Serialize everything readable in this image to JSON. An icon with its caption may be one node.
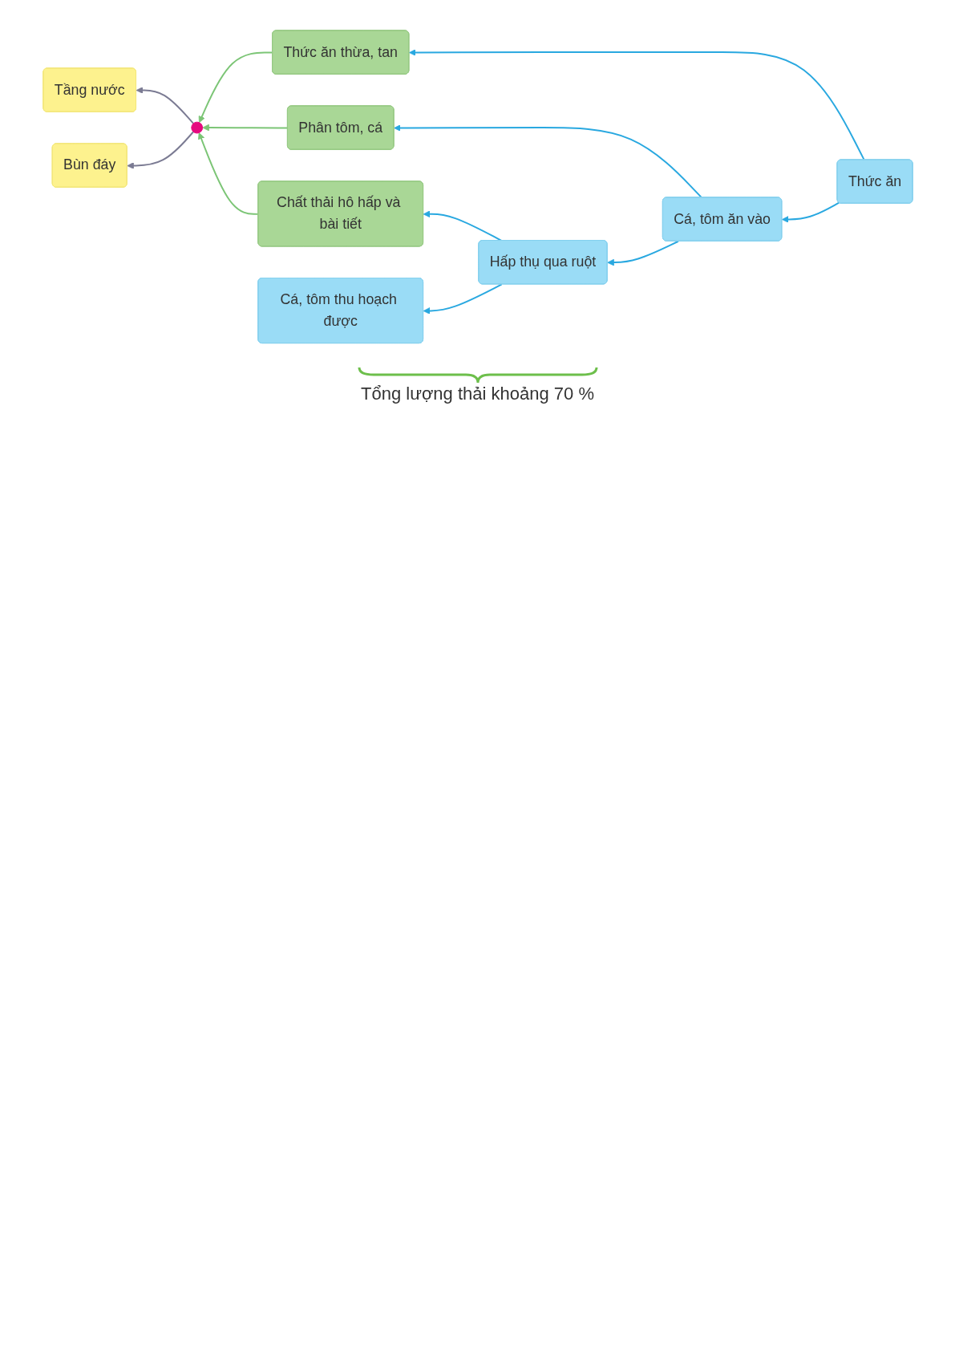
{
  "diagram": {
    "nodes": [
      {
        "text": [
          "Tầng nước"
        ]
      },
      {
        "text": [
          "Bùn đáy"
        ]
      },
      {
        "text": [],
        "shape": "circle"
      },
      {
        "text": [
          "Thức ăn thừa, tan"
        ]
      },
      {
        "text": [
          "Phân tôm, cá"
        ]
      },
      {
        "text": [
          "Chất thải hô hấp và bài tiết"
        ]
      },
      {
        "text": [
          "Thức ăn"
        ]
      },
      {
        "text": [
          "Cá, tôm ăn vào"
        ]
      },
      {
        "text": [
          "Hấp thụ qua ruột"
        ]
      },
      {
        "text": [
          "Cá, tôm thu hoạch được"
        ]
      }
    ],
    "edges": [
      {
        "from": 2,
        "to": 0,
        "arrow": "to",
        "color": "#7b7b93"
      },
      {
        "from": 2,
        "to": 1,
        "arrow": "to",
        "color": "#7b7b93"
      },
      {
        "from": 3,
        "to": 2,
        "arrow": "to",
        "color": "#7cc576"
      },
      {
        "from": 4,
        "to": 2,
        "arrow": "to",
        "color": "#7cc576"
      },
      {
        "from": 5,
        "to": 2,
        "arrow": "to",
        "color": "#7cc576"
      },
      {
        "from": 6,
        "to": 7,
        "arrow": "to"
      },
      {
        "from": 7,
        "to": 8,
        "arrow": "to"
      },
      {
        "from": 8,
        "to": 9,
        "arrow": "to"
      },
      {
        "from": 6,
        "to": 3,
        "arrow": "to"
      },
      {
        "from": 7,
        "to": 4,
        "arrow": "to"
      },
      {
        "from": 8,
        "to": 5,
        "arrow": "to"
      }
    ],
    "labels": [
      "Tổng lượng thải khoảng 70 %"
    ]
  }
}
